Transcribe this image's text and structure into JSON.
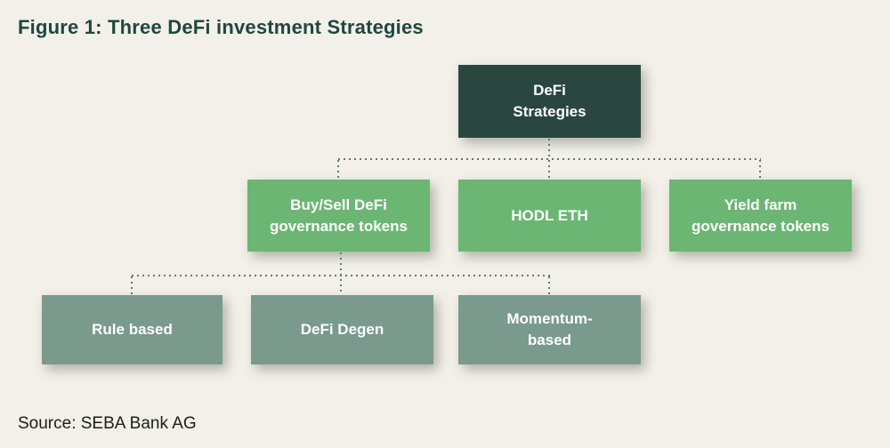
{
  "figure": {
    "title": "Figure 1: Three DeFi investment Strategies",
    "source": "Source: SEBA Bank AG"
  },
  "diagram": {
    "type": "hierarchy",
    "root": {
      "id": "defi-strategies",
      "label": "DeFi\nStrategies"
    },
    "level1": [
      {
        "id": "buy-sell",
        "label": "Buy/Sell DeFi\ngovernance tokens"
      },
      {
        "id": "hodl-eth",
        "label": "HODL ETH"
      },
      {
        "id": "yield-farm",
        "label": "Yield farm\ngovernance tokens"
      }
    ],
    "level2": [
      {
        "id": "rule-based",
        "label": "Rule based"
      },
      {
        "id": "defi-degen",
        "label": "DeFi Degen"
      },
      {
        "id": "momentum-based",
        "label": "Momentum-\nbased"
      }
    ],
    "edges": [
      [
        "defi-strategies",
        "buy-sell"
      ],
      [
        "defi-strategies",
        "hodl-eth"
      ],
      [
        "defi-strategies",
        "yield-farm"
      ],
      [
        "buy-sell",
        "rule-based"
      ],
      [
        "buy-sell",
        "defi-degen"
      ],
      [
        "buy-sell",
        "momentum-based"
      ]
    ]
  },
  "colors": {
    "background": "#f2f0e9",
    "title_text": "#1f473f",
    "root_box": "#2a473f",
    "level1_box": "#6bb673",
    "level2_box": "#7a9a8d",
    "box_text": "#ffffff",
    "connector_dots": "#597d6f",
    "source_text": "#1d1d1b"
  }
}
